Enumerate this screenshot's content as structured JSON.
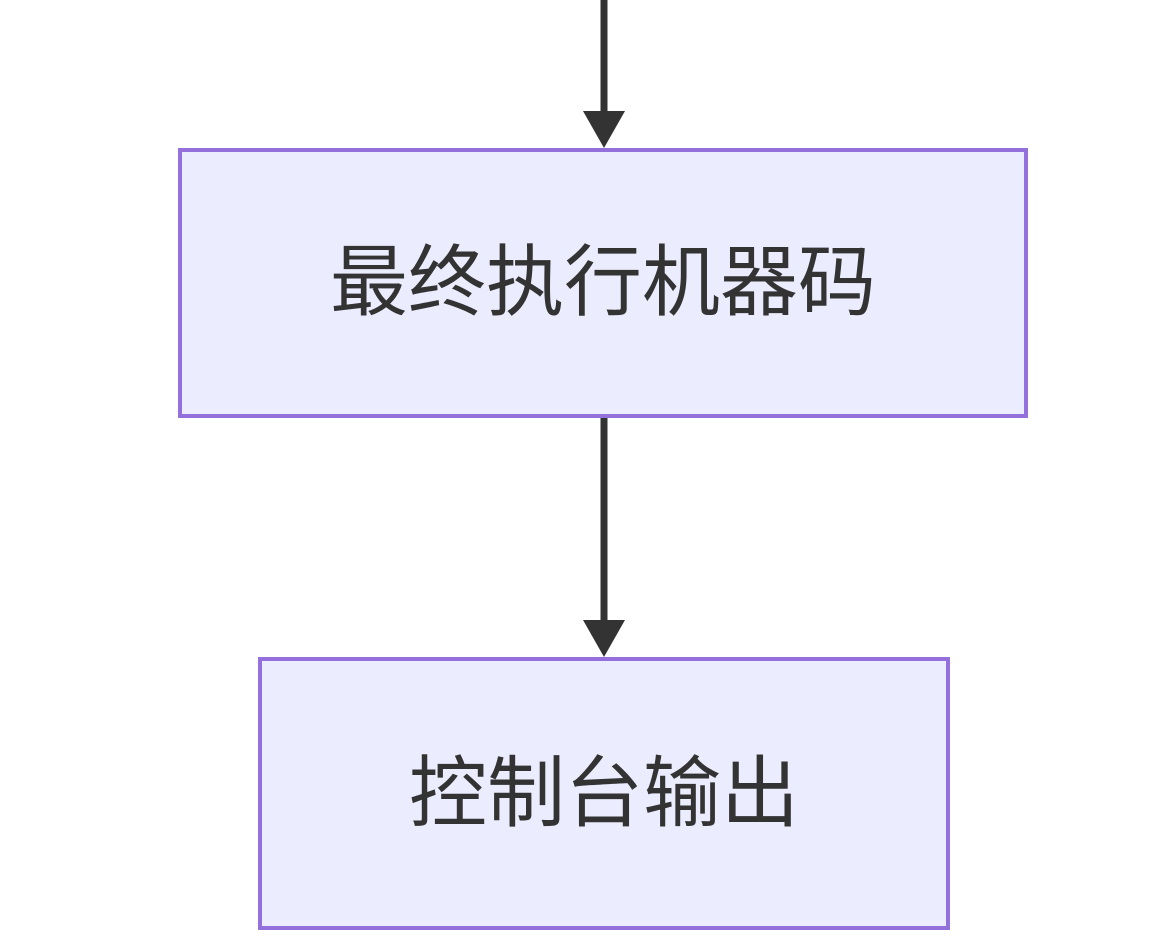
{
  "diagram": {
    "type": "flowchart-top-down",
    "nodes": [
      {
        "id": "final-machine-code",
        "label": "最终执行机器码"
      },
      {
        "id": "console-output",
        "label": "控制台输出"
      }
    ],
    "edges": [
      {
        "from": "offscreen-top",
        "to": "final-machine-code",
        "style": "solid-arrow"
      },
      {
        "from": "final-machine-code",
        "to": "console-output",
        "style": "solid-arrow"
      }
    ]
  },
  "colors": {
    "node_fill": "#ECECFF",
    "node_border": "#9370DB",
    "edge": "#333333",
    "text": "#333333",
    "background": "#FFFFFF"
  }
}
